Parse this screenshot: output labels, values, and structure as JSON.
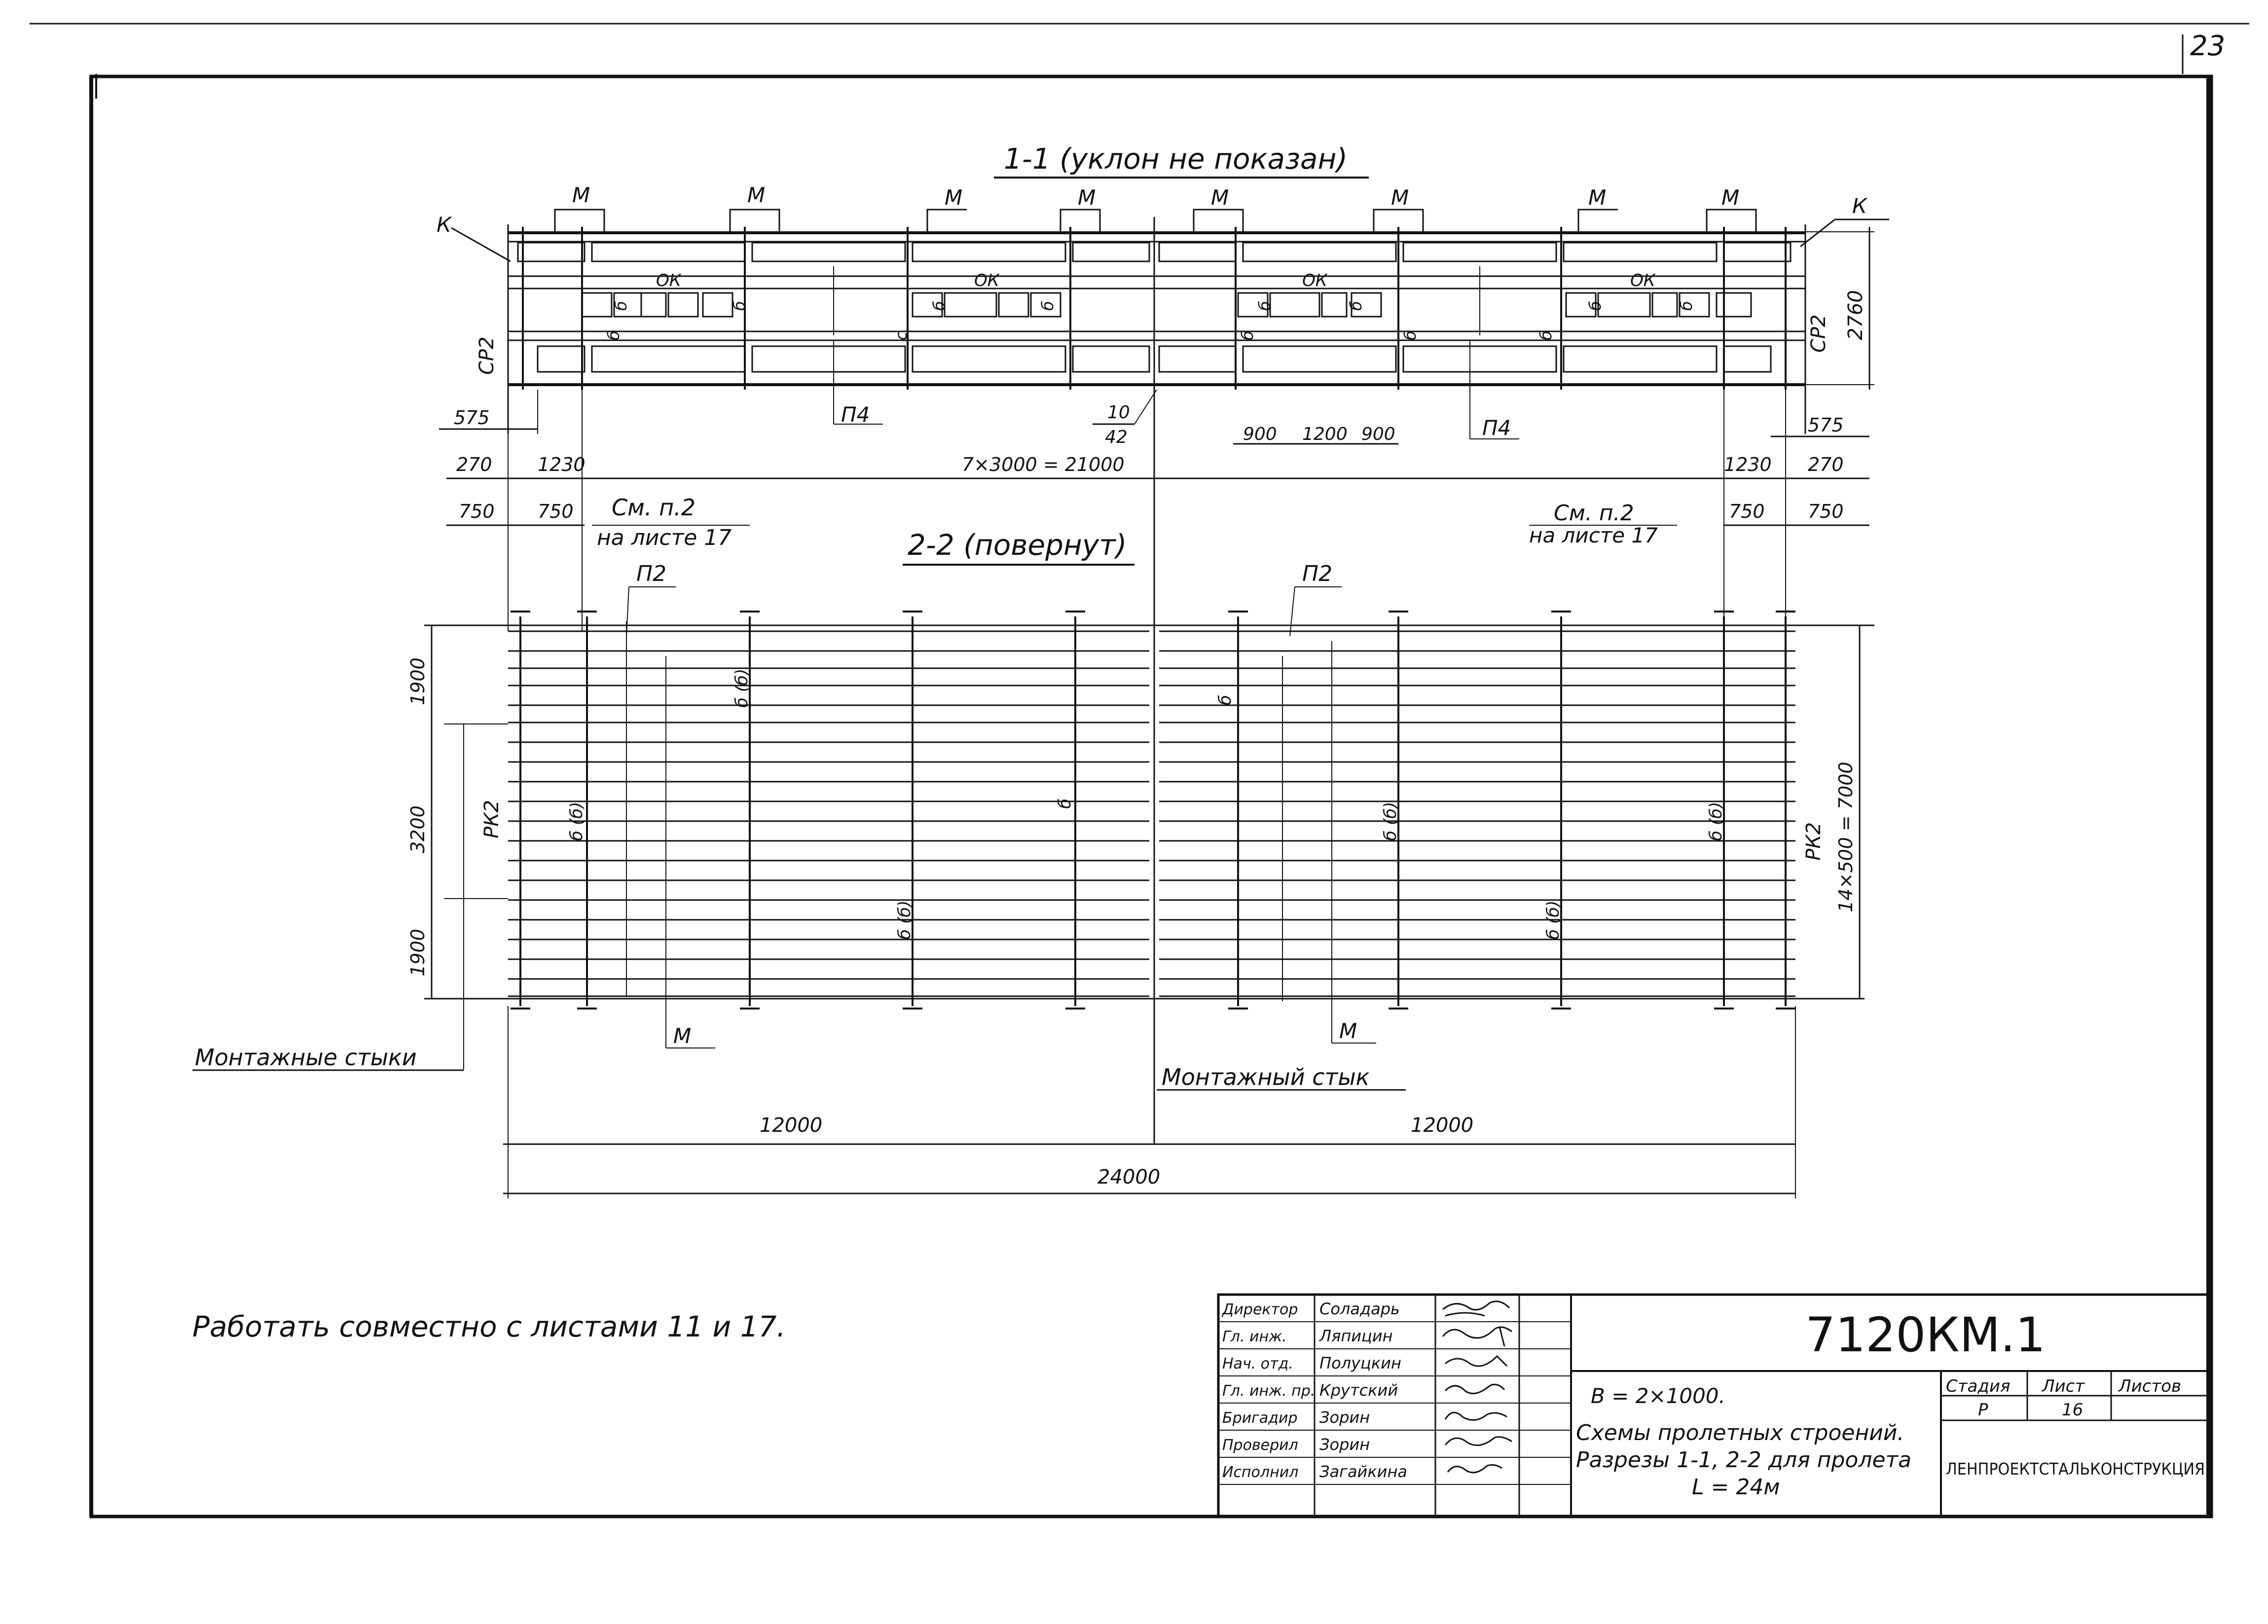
{
  "page_number": "23",
  "section_1_1": {
    "title": "1-1 (уклон не показан)"
  },
  "section_2_2": {
    "title": "2-2 (повернут)"
  },
  "labels": {
    "M": "М",
    "K": "К",
    "OK": "ОК",
    "P4": "П4",
    "P2": "П2",
    "SR2": "СР2",
    "RK2": "РК2",
    "b": "б",
    "b_b": "б (б)",
    "c": "с",
    "mark_10": "10",
    "mark_42": "42",
    "see_p2": "См. п.2",
    "on_sheet_17": "на листе 17",
    "montage_joints": "Монтажные стыки",
    "montage_joint": "Монтажный стык"
  },
  "dimensions": {
    "d575": "575",
    "d270": "270",
    "d1230": "1230",
    "d750": "750",
    "d7x3000": "7×3000 = 21000",
    "d900": "900",
    "d1200": "1200",
    "d2760": "2760",
    "d1900": "1900",
    "d3200": "3200",
    "d14x500": "14×500 = 7000",
    "d12000": "12000",
    "d24000": "24000"
  },
  "note": "Работать совместно с листами 11 и 17.",
  "title_block": {
    "doc_code": "7120КМ.1",
    "b_value": "В = 2×1000.",
    "description_line1": "Схемы пролетных строений.",
    "description_line2": "Разрезы 1-1, 2-2 для пролета",
    "description_line3": "L = 24м",
    "header_stage": "Стадия",
    "header_sheet": "Лист",
    "header_sheets": "Листов",
    "stage": "Р",
    "sheet": "16",
    "organization": "ЛЕНПРОЕКТСТАЛЬКОНСТРУКЦИЯ",
    "staff": [
      {
        "role": "Директор",
        "name": "Соладарь"
      },
      {
        "role": "Гл. инж.",
        "name": "Ляпицин"
      },
      {
        "role": "Нач. отд.",
        "name": "Полуцкин"
      },
      {
        "role": "Гл. инж. пр.",
        "name": "Крутский"
      },
      {
        "role": "Бригадир",
        "name": "Зорин"
      },
      {
        "role": "Проверил",
        "name": "Зорин"
      },
      {
        "role": "Исполнил",
        "name": "Загайкина"
      }
    ]
  }
}
